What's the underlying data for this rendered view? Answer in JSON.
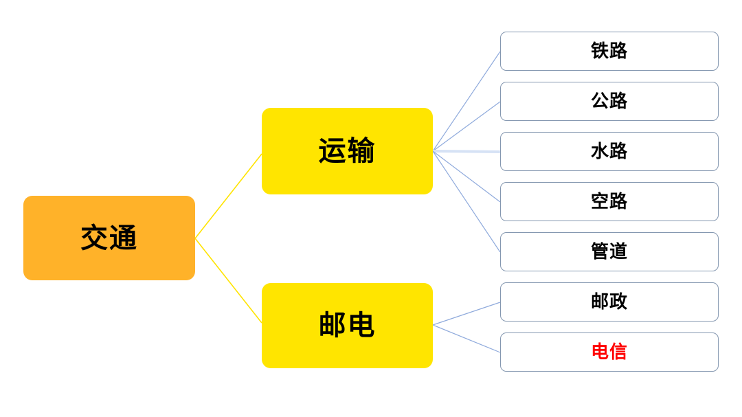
{
  "diagram": {
    "type": "hierarchy-tree",
    "title": "交通",
    "colors": {
      "root_fill": "#ffb229",
      "branch_fill": "#ffe500",
      "leaf_fill": "#ffffff",
      "leaf_border": "#8497b0",
      "root_connector": "#ffe400",
      "branch_connector": "#8faadc",
      "text": "#000000",
      "highlight_text": "#ff0000",
      "background": "#ffffff"
    },
    "root": {
      "label": "交通"
    },
    "branches": [
      {
        "id": "transport",
        "label": "运输",
        "leaves": [
          {
            "id": "railway",
            "label": "铁路",
            "highlighted": false
          },
          {
            "id": "highway",
            "label": "公路",
            "highlighted": false
          },
          {
            "id": "waterway",
            "label": "水路",
            "highlighted": false
          },
          {
            "id": "airway",
            "label": "空路",
            "highlighted": false
          },
          {
            "id": "pipeline",
            "label": "管道",
            "highlighted": false
          }
        ]
      },
      {
        "id": "post-telecom",
        "label": "邮电",
        "leaves": [
          {
            "id": "postal",
            "label": "邮政",
            "highlighted": false
          },
          {
            "id": "telecom",
            "label": "电信",
            "highlighted": true
          }
        ]
      }
    ]
  }
}
